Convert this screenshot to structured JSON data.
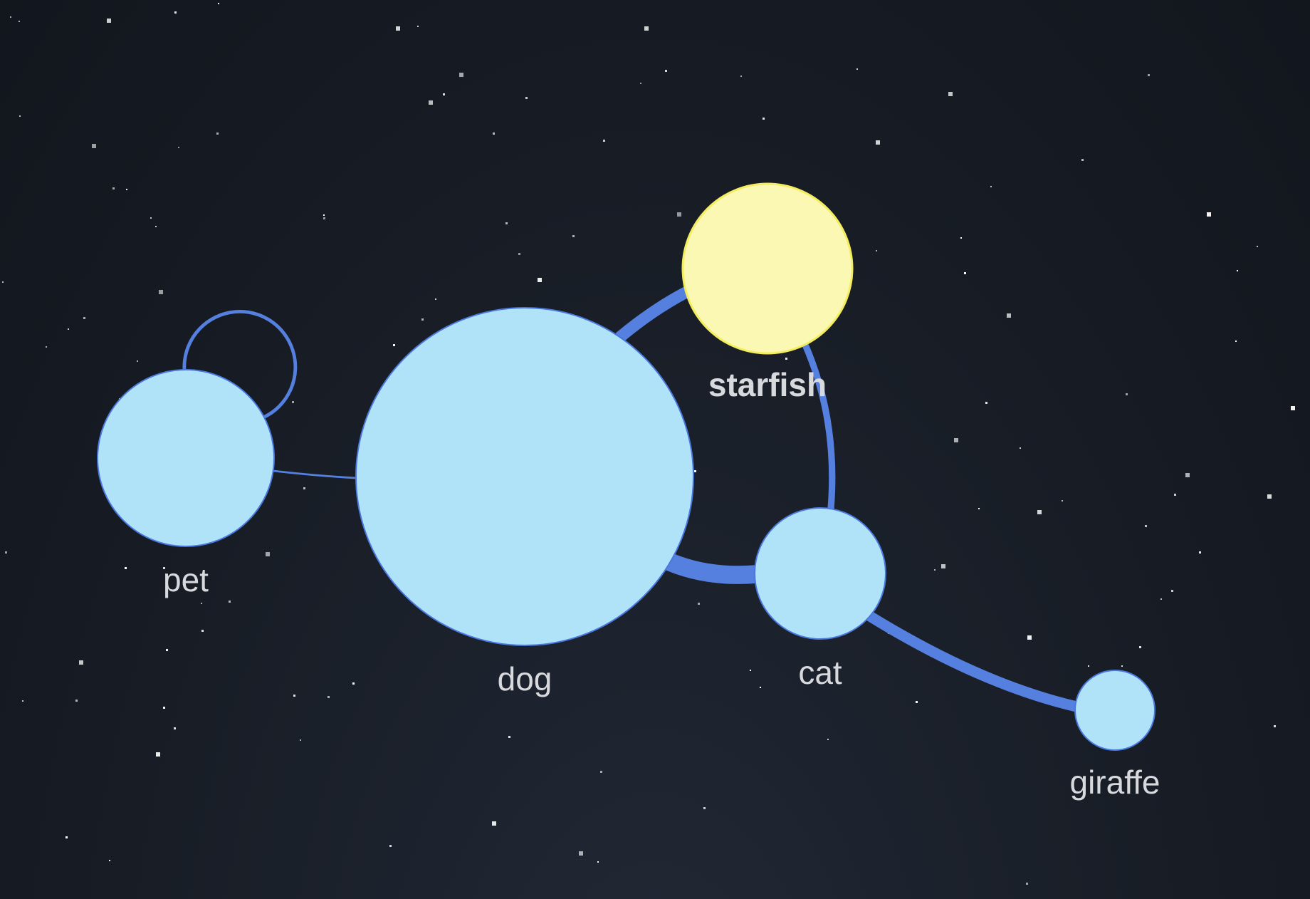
{
  "graph": {
    "nodes": [
      {
        "id": "pet",
        "label": "pet",
        "weight": 2,
        "selected": false
      },
      {
        "id": "dog",
        "label": "dog",
        "weight": 4,
        "selected": false
      },
      {
        "id": "starfish",
        "label": "starfish",
        "weight": 2,
        "selected": true
      },
      {
        "id": "cat",
        "label": "cat",
        "weight": 2,
        "selected": false
      },
      {
        "id": "giraffe",
        "label": "giraffe",
        "weight": 1,
        "selected": false
      }
    ],
    "edges": [
      {
        "source": "pet",
        "target": "pet",
        "weight": 3
      },
      {
        "source": "pet",
        "target": "dog",
        "weight": 1
      },
      {
        "source": "dog",
        "target": "starfish",
        "weight": 9
      },
      {
        "source": "starfish",
        "target": "cat",
        "weight": 4
      },
      {
        "source": "dog",
        "target": "cat",
        "weight": 16
      },
      {
        "source": "cat",
        "target": "giraffe",
        "weight": 8
      }
    ]
  },
  "colors": {
    "background": "#151a22",
    "node_fill": "#b0e2f8",
    "node_stroke": "#4a78de",
    "selected_fill": "#fbf8b4",
    "selected_stroke": "#f4ee5e",
    "edge": "#5680e0",
    "label": "#d7d9dd"
  }
}
